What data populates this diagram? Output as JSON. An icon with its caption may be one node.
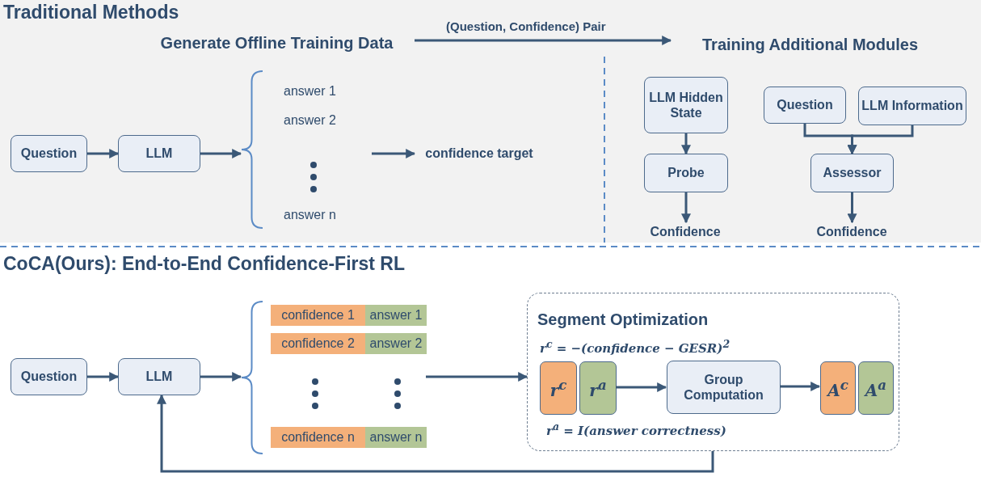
{
  "diagram": {
    "nodes": [
      {
        "text": [
          "Traditional Methods"
        ]
      },
      {
        "text": [
          "Generate Offline Training Data"
        ],
        "in": 0
      },
      {
        "text": [
          "Training Additional Modules"
        ],
        "in": 0
      },
      {
        "text": [
          "Question"
        ],
        "in": 0
      },
      {
        "text": [
          "LLM"
        ],
        "in": 0
      },
      {
        "text": [],
        "shape": "brace",
        "in": 0
      },
      {
        "text": [
          "confidence target"
        ],
        "in": 0
      },
      {
        "text": [
          "LLM Hidden State"
        ],
        "in": 0
      },
      {
        "text": [
          "Probe"
        ],
        "in": 0
      },
      {
        "text": [
          "Confidence"
        ],
        "in": 0
      },
      {
        "text": [
          "Question"
        ],
        "in": 0
      },
      {
        "text": [
          "LLM Information"
        ],
        "in": 0
      },
      {
        "text": [
          "Assessor"
        ],
        "in": 0
      },
      {
        "text": [
          "Confidence"
        ],
        "in": 0
      },
      {
        "text": [
          "Question"
        ]
      },
      {
        "text": [
          "LLM"
        ]
      },
      {
        "text": [],
        "shape": "brace"
      },
      {
        "text": [
          "confidence 1"
        ]
      },
      {
        "text": [
          "answer 1"
        ]
      },
      {
        "text": [
          "confidence 2"
        ]
      },
      {
        "text": [
          "answer 2"
        ]
      },
      {
        "text": [
          "confidence n"
        ]
      },
      {
        "text": [
          "answer n"
        ]
      },
      {
        "text": [
          "Segment Optimization"
        ]
      },
      {
        "text": [
          "r$^{c}$"
        ],
        "in": 23
      },
      {
        "text": [
          "r$^{a}$"
        ],
        "in": 23
      },
      {
        "text": [
          "Group Computation"
        ],
        "in": 23
      },
      {
        "text": [
          "A$^{c}$"
        ],
        "in": 23
      },
      {
        "text": [
          "A$^{a}$"
        ],
        "in": 23
      }
    ],
    "edges": [
      {
        "from": 1,
        "to": 2,
        "arrow": "to",
        "label": "(Question, Confidence) Pair"
      },
      {
        "from": 3,
        "to": 4,
        "arrow": "to"
      },
      {
        "from": 4,
        "to": 5,
        "arrow": "to"
      },
      {
        "from": null,
        "to": 6,
        "arrow": "to"
      },
      {
        "from": 7,
        "to": 8,
        "arrow": "to"
      },
      {
        "from": 8,
        "to": 9,
        "arrow": "to"
      },
      {
        "from": 10,
        "to": 12,
        "arrow": "to"
      },
      {
        "from": 11,
        "to": 12,
        "arrow": "to"
      },
      {
        "from": 12,
        "to": 13,
        "arrow": "to"
      },
      {
        "from": 14,
        "to": 15,
        "arrow": "to"
      },
      {
        "from": 15,
        "to": 16,
        "arrow": "to"
      },
      {
        "from": null,
        "to": 23,
        "arrow": "to"
      },
      {
        "from": 25,
        "to": 26,
        "arrow": "to"
      },
      {
        "from": 26,
        "to": 27,
        "arrow": "to"
      },
      {
        "from": 23,
        "to": 15,
        "arrow": "to"
      }
    ],
    "labels": [
      "answer 1",
      "answer 2",
      "answer n",
      "CoCA(Ours): End-to-End Confidence-First RL",
      "r$^{c}$ = −(confidence − GESR)$^{2}$",
      "r$^{a}$ = I(answer correctness)"
    ]
  }
}
